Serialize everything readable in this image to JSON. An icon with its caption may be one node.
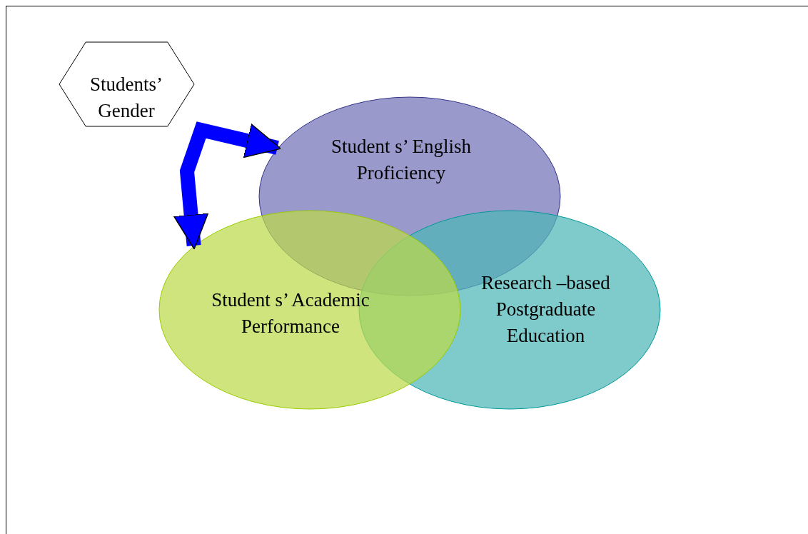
{
  "diagram": {
    "nodes": [
      {
        "text": [
          "Students’ Gender"
        ]
      },
      {
        "text": [
          "Student s’ English Proficiency"
        ]
      },
      {
        "text": [
          "Student s’ Academic Performance"
        ]
      },
      {
        "text": [
          "Research –based Postgraduate Education"
        ]
      }
    ],
    "edges": [
      {
        "from": 1,
        "to": 2,
        "arrow": "both"
      }
    ]
  }
}
